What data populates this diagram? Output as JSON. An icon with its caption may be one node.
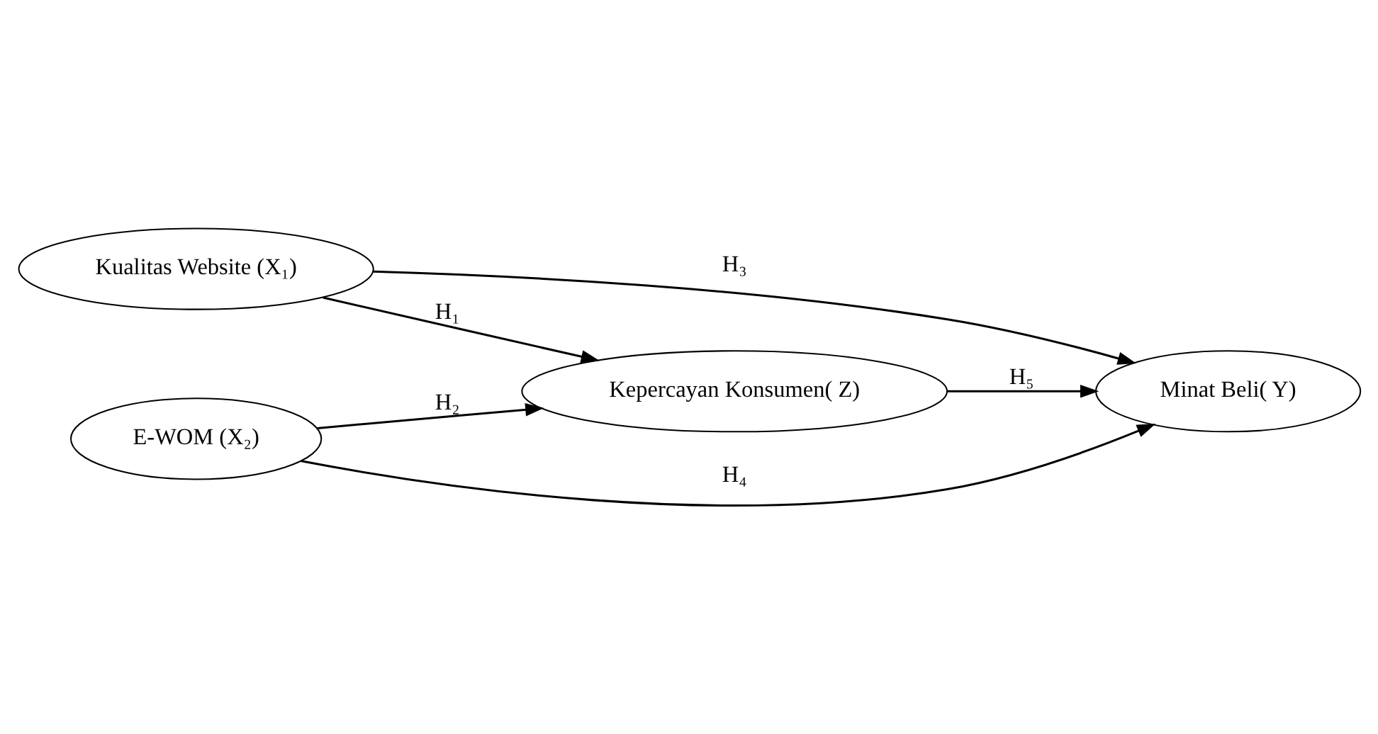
{
  "diagram": {
    "nodes": [
      {
        "text": [
          "Kualitas Website (X₁)"
        ]
      },
      {
        "text": [
          "E-WOM (X₂)"
        ]
      },
      {
        "text": [
          "Kepercayan Konsumen( Z)"
        ]
      },
      {
        "text": [
          "Minat Beli( Y)"
        ]
      }
    ],
    "edges": [
      {
        "from": 0,
        "to": 2,
        "arrow": "to",
        "label": "H₁"
      },
      {
        "from": 0,
        "to": 3,
        "arrow": "to",
        "label": "H₃"
      },
      {
        "from": 1,
        "to": 2,
        "arrow": "to",
        "label": "H₂"
      },
      {
        "from": 1,
        "to": 3,
        "arrow": "to",
        "label": "H₄"
      },
      {
        "from": 2,
        "to": 3,
        "arrow": "to",
        "label": "H₅"
      }
    ]
  }
}
